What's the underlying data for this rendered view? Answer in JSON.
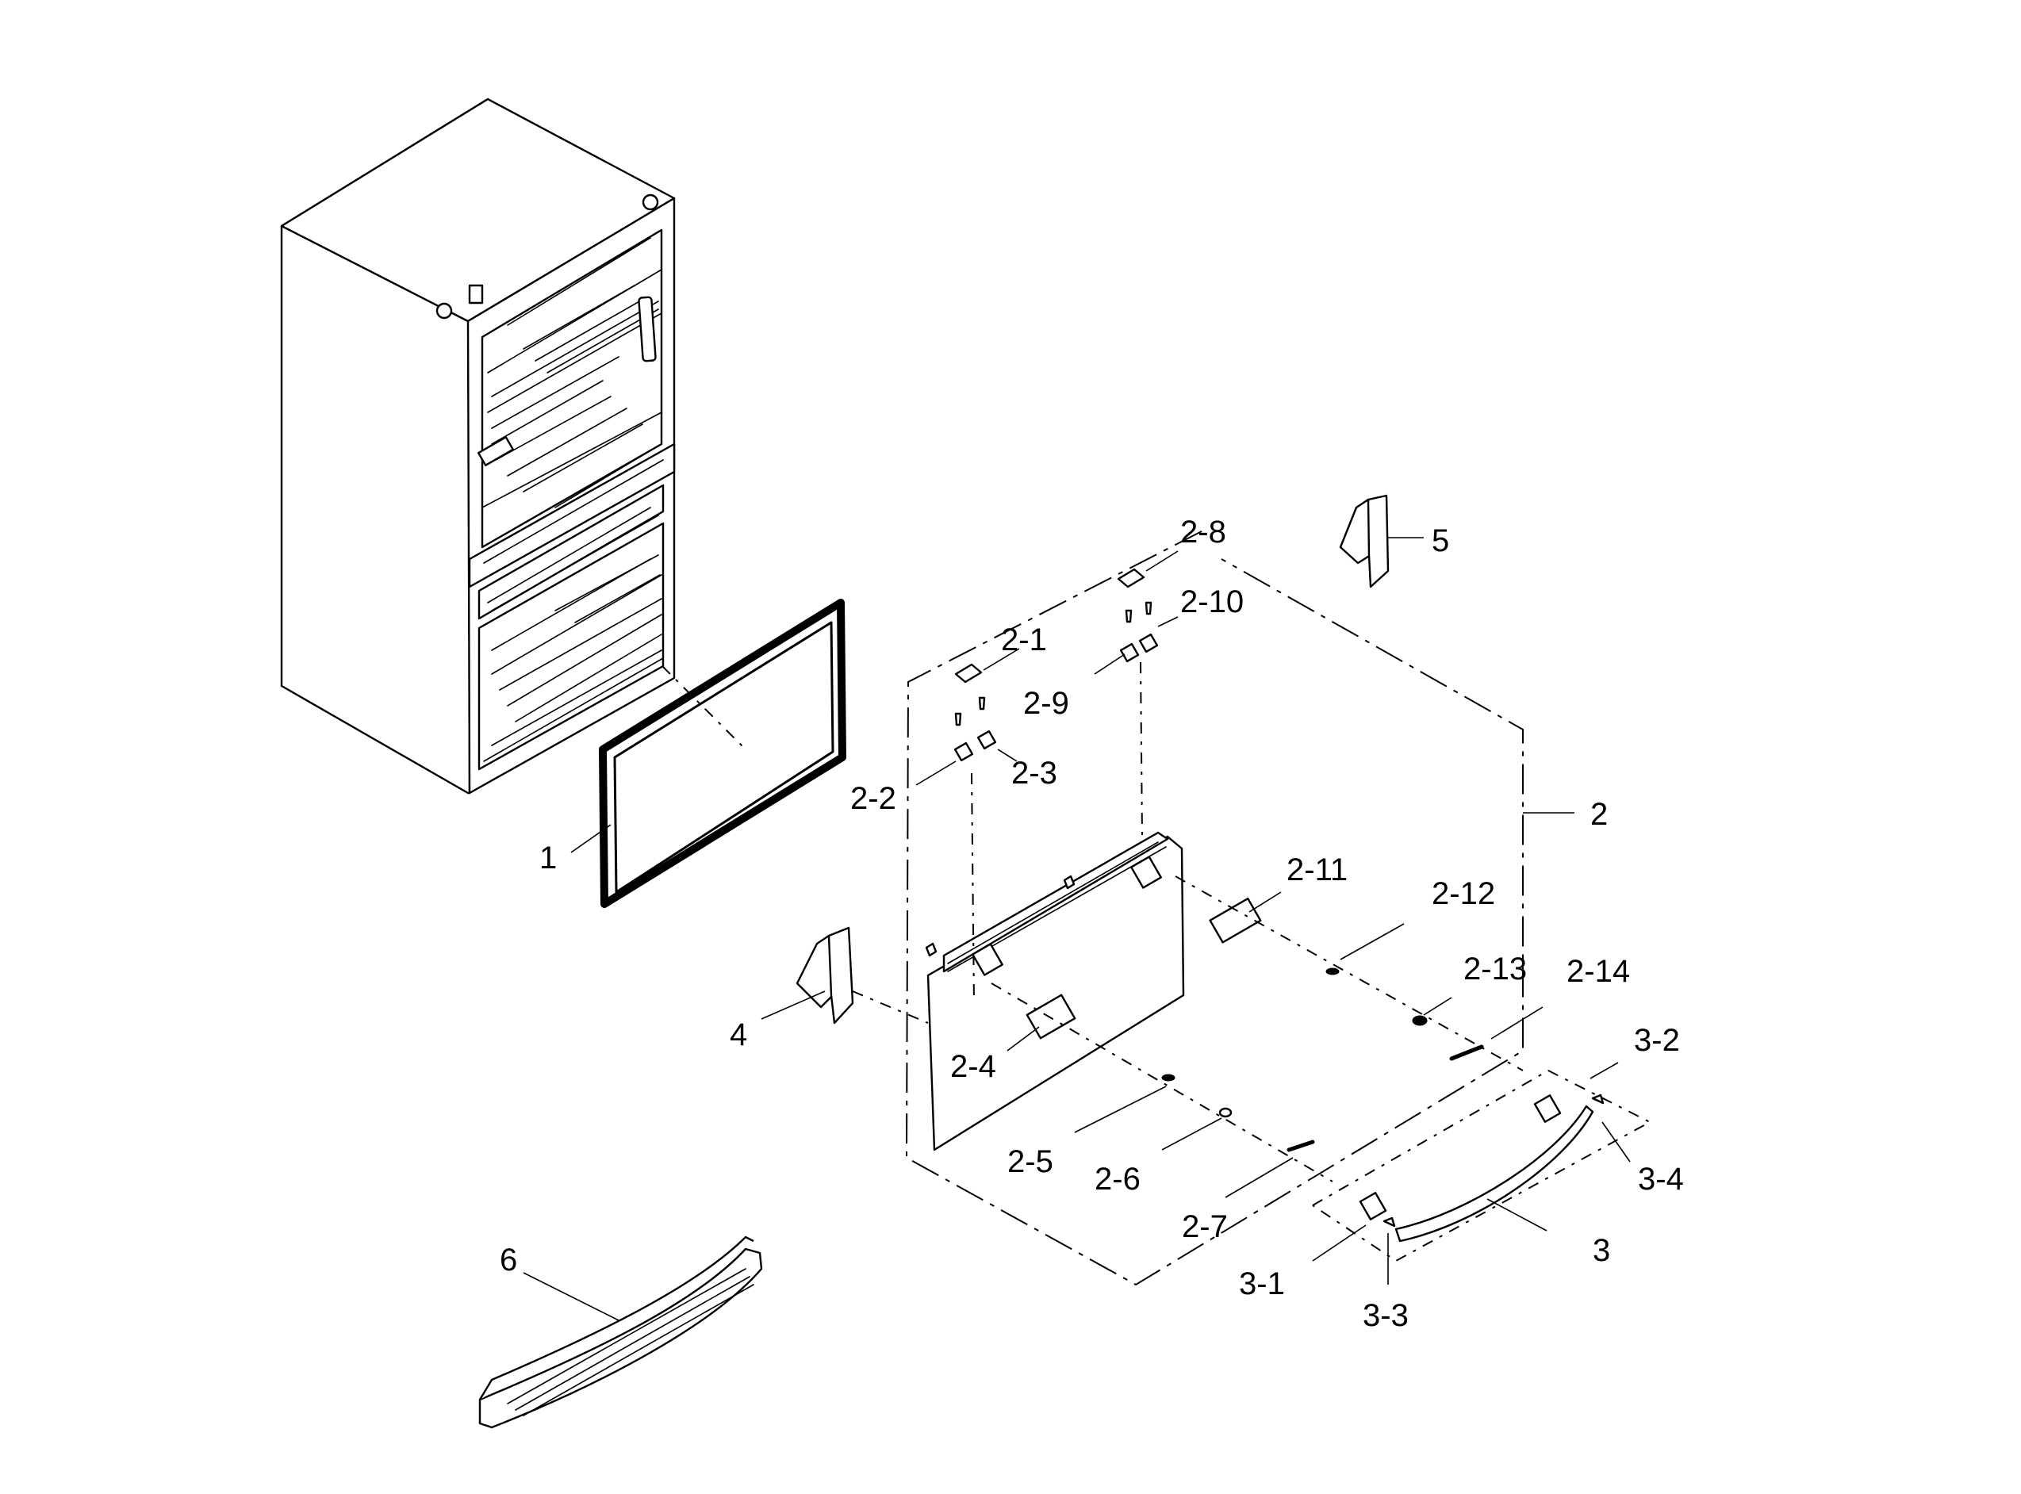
{
  "callouts": [
    {
      "id": "c1",
      "label": "1"
    },
    {
      "id": "c2",
      "label": "2"
    },
    {
      "id": "c2-1",
      "label": "2-1"
    },
    {
      "id": "c2-2",
      "label": "2-2"
    },
    {
      "id": "c2-3",
      "label": "2-3"
    },
    {
      "id": "c2-4",
      "label": "2-4"
    },
    {
      "id": "c2-5",
      "label": "2-5"
    },
    {
      "id": "c2-6",
      "label": "2-6"
    },
    {
      "id": "c2-7",
      "label": "2-7"
    },
    {
      "id": "c2-8",
      "label": "2-8"
    },
    {
      "id": "c2-9",
      "label": "2-9"
    },
    {
      "id": "c2-10",
      "label": "2-10"
    },
    {
      "id": "c2-11",
      "label": "2-11"
    },
    {
      "id": "c2-12",
      "label": "2-12"
    },
    {
      "id": "c2-13",
      "label": "2-13"
    },
    {
      "id": "c2-14",
      "label": "2-14"
    },
    {
      "id": "c3",
      "label": "3"
    },
    {
      "id": "c3-1",
      "label": "3-1"
    },
    {
      "id": "c3-2",
      "label": "3-2"
    },
    {
      "id": "c3-3",
      "label": "3-3"
    },
    {
      "id": "c3-4",
      "label": "3-4"
    },
    {
      "id": "c4",
      "label": "4"
    },
    {
      "id": "c5",
      "label": "5"
    },
    {
      "id": "c6",
      "label": "6"
    }
  ]
}
